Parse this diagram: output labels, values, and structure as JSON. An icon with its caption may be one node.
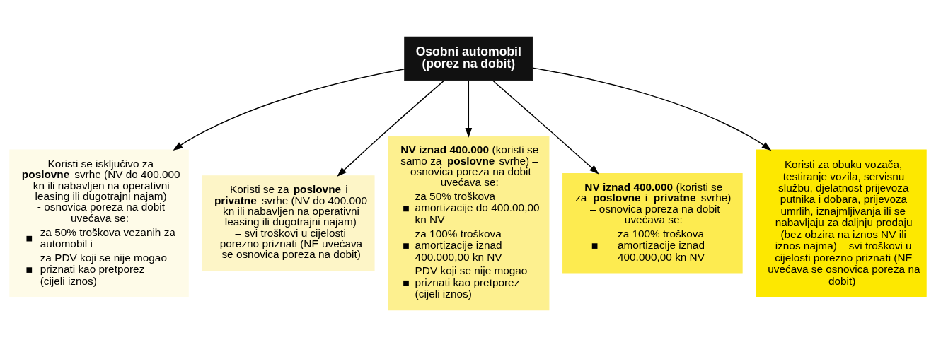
{
  "diagram": {
    "nodes": [
      {
        "text": [
          "Osobni automobil (porez na dobit)"
        ]
      },
      {
        "text": [
          "Koristi se isključivo za **poslovne** svrhe (NV do 400.000 kn ili nabavljen na operativni leasing ili dugotrajni najam) - osnovica poreza na dobit uvećava se:",
          "za 50% troškova vezanih za automobil i",
          "za PDV koji se nije mogao priznati kao pretporez (cijeli iznos)"
        ]
      },
      {
        "text": [
          "Koristi se za **poslovne** i **privatne** svrhe (NV do 400.000 kn ili nabavljen na operativni leasing ili dugotrajni najam) – svi troškovi u cijelosti porezno priznati (NE uvećava se osnovica poreza na dobit)"
        ]
      },
      {
        "text": [
          "**NV iznad 400.000** (koristi se samo za **poslovne** svrhe) – osnovica poreza na dobit uvećava se:",
          "za 50% troškova amortizacije do 400.00,00 kn NV",
          "za 100% troškova amortizacije iznad 400.000,00 kn NV",
          "PDV koji se nije mogao priznati kao pretporez (cijeli iznos)"
        ]
      },
      {
        "text": [
          "**NV iznad 400.000** (koristi se za **poslovne** i **privatne** svrhe) – osnovica poreza na dobit uvećava se:",
          "za 100% troškova amortizacije iznad 400.000,00 kn NV"
        ]
      },
      {
        "text": [
          "Koristi za obuku vozača, testiranje vozila, servisnu službu, djelatnost prijevoza putnika i dobara, prijevoza umrlih, iznajmljivanja ili se nabavljaju za daljnju prodaju (bez obzira na iznos NV ili iznos najma) – svi troškovi u cijelosti porezno priznati (NE uvećava se osnovica poreza na dobit)"
        ]
      }
    ],
    "edges": [
      {
        "from": 0,
        "to": 1,
        "arrow": "to"
      },
      {
        "from": 0,
        "to": 2,
        "arrow": "to"
      },
      {
        "from": 0,
        "to": 3,
        "arrow": "to"
      },
      {
        "from": 0,
        "to": 4,
        "arrow": "to"
      },
      {
        "from": 0,
        "to": 5,
        "arrow": "to"
      }
    ]
  }
}
